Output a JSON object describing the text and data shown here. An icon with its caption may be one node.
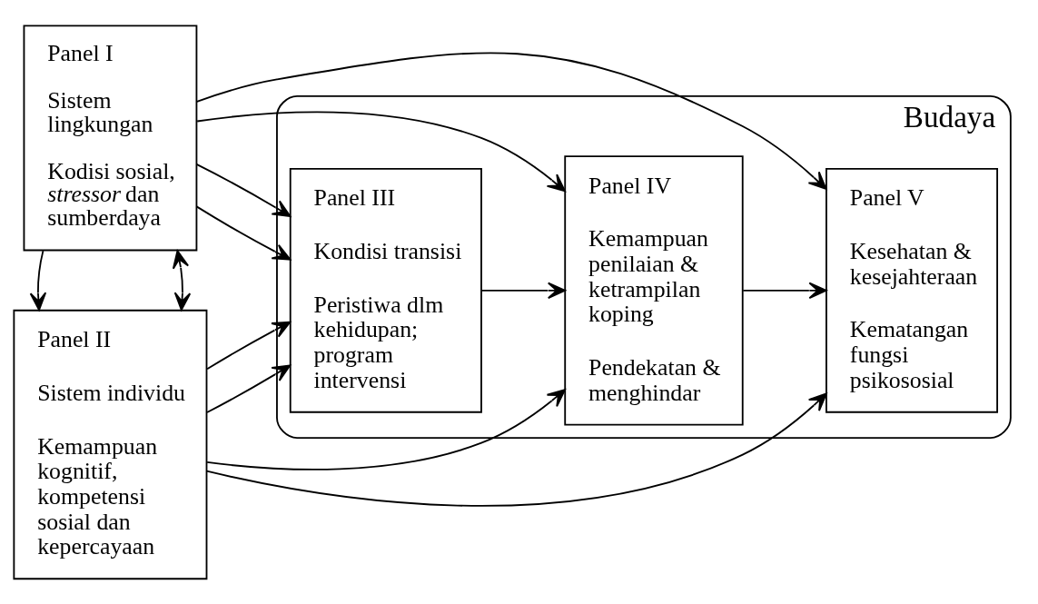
{
  "diagram": {
    "nodes": [
      {
        "text": [
          "Budaya"
        ]
      },
      {
        "text": [
          "Panel I",
          "Sistem lingkungan",
          "Kodisi sosial, *stressor* dan sumberdaya"
        ]
      },
      {
        "text": [
          "Panel II",
          "Sistem individu",
          "Kemampuan kognitif, kompetensi sosial dan kepercayaan"
        ]
      },
      {
        "text": [
          "Panel III",
          "Kondisi transisi",
          "Peristiwa dlm kehidupan; program intervensi"
        ],
        "in": 0
      },
      {
        "text": [
          "Panel IV",
          "Kemampuan penilaian & ketrampilan koping",
          "Pendekatan & menghindar"
        ],
        "in": 0
      },
      {
        "text": [
          "Panel V",
          "Kesehatan & kesejahteraan",
          "Kematangan fungsi psikososial"
        ],
        "in": 0
      }
    ],
    "edges": [
      {
        "from": 1,
        "to": 3,
        "arrow": "to"
      },
      {
        "from": 1,
        "to": 4,
        "arrow": "to"
      },
      {
        "from": 1,
        "to": 5,
        "arrow": "to"
      },
      {
        "from": 1,
        "to": 3,
        "arrow": "to"
      },
      {
        "from": 2,
        "to": 3,
        "arrow": "to"
      },
      {
        "from": 3,
        "to": 4,
        "arrow": "to"
      },
      {
        "from": 4,
        "to": 5,
        "arrow": "to"
      },
      {
        "from": 2,
        "to": 3,
        "arrow": "to"
      },
      {
        "from": 2,
        "to": 4,
        "arrow": "to"
      },
      {
        "from": 2,
        "to": 5,
        "arrow": "to"
      },
      {
        "from": 1,
        "to": 2,
        "arrow": "both"
      },
      {
        "from": 1,
        "to": 2,
        "arrow": "to"
      }
    ]
  }
}
